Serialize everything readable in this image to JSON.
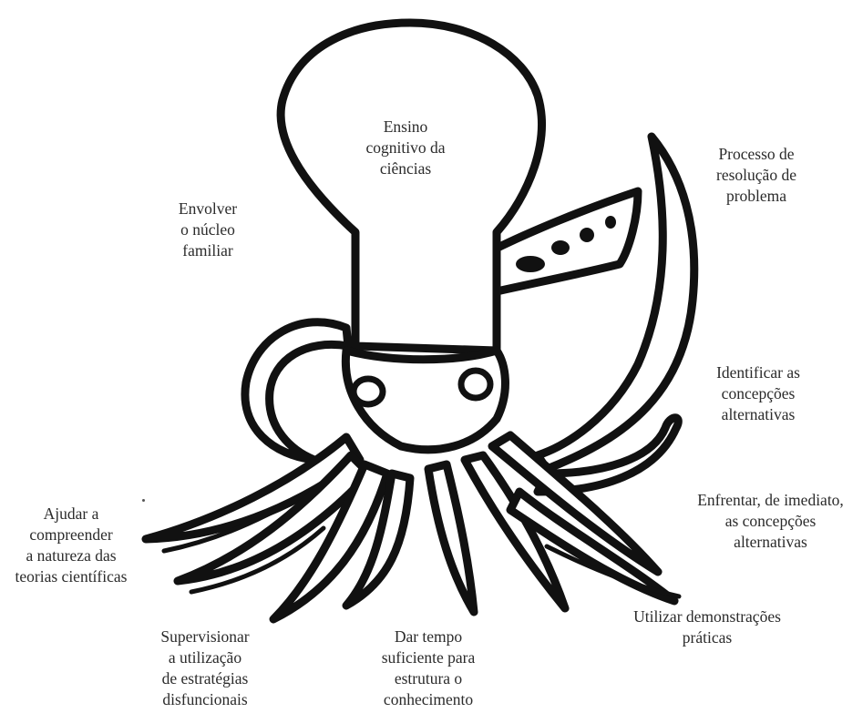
{
  "diagram": {
    "figure": "squid",
    "center_label": [
      "Ensino",
      "cognitivo da",
      "ciências"
    ],
    "labels": [
      {
        "id": "envolver",
        "lines": [
          "Envolver",
          "o núcleo",
          "familiar"
        ]
      },
      {
        "id": "processo",
        "lines": [
          "Processo de",
          "resolução de",
          "problema"
        ]
      },
      {
        "id": "identificar",
        "lines": [
          "Identificar as",
          "concepções",
          "alternativas"
        ]
      },
      {
        "id": "enfrentar",
        "lines": [
          "Enfrentar, de imediato,",
          "as concepções",
          "alternativas"
        ]
      },
      {
        "id": "utilizar",
        "lines": [
          "Utilizar demonstrações",
          "práticas"
        ]
      },
      {
        "id": "dar-tempo",
        "lines": [
          "Dar tempo",
          "suficiente para",
          "estrutura o",
          "conhecimento"
        ]
      },
      {
        "id": "supervisionar",
        "lines": [
          "Supervisionar",
          "a utilização",
          "de estratégias",
          "disfuncionais"
        ]
      },
      {
        "id": "ajudar",
        "lines": [
          "Ajudar a",
          "compreender",
          "a natureza das",
          "teorias científicas"
        ]
      }
    ]
  }
}
